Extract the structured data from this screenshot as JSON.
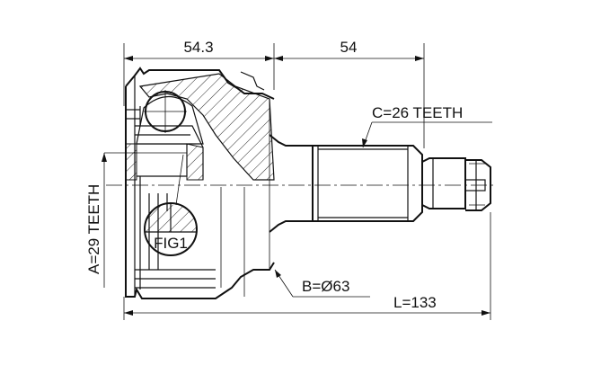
{
  "dimensions": {
    "housing_length": "54.3",
    "shaft_length": "54",
    "spline_teeth": "C=26 TEETH",
    "abs_teeth": "A=29 TEETH",
    "outer_diameter": "B=Ø63",
    "total_length": "L=133"
  },
  "figure_label": "FIG1"
}
